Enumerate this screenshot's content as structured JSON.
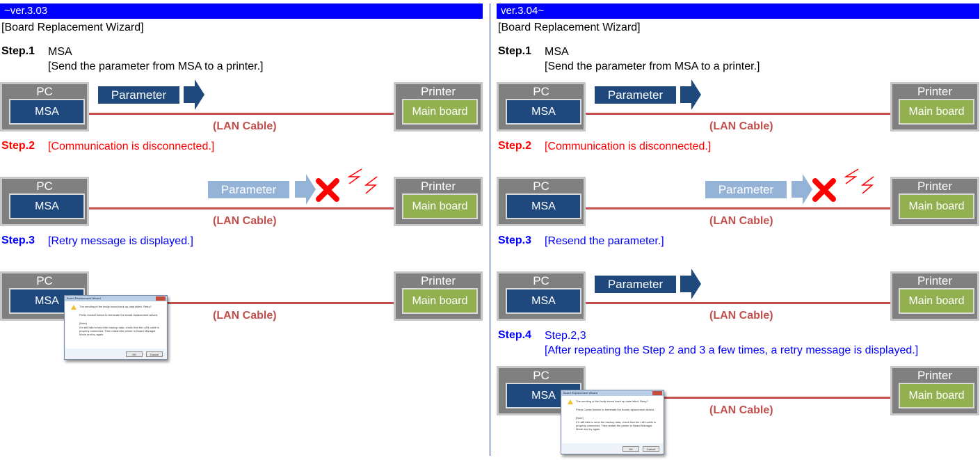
{
  "divider_color": "#0000ff",
  "left": {
    "version": "~ver.3.03",
    "wizard": "[Board Replacement Wizard]",
    "steps": [
      {
        "label": "Step.1",
        "line1": "MSA",
        "line2": "[Send the parameter from MSA to a printer.]",
        "color": "black"
      },
      {
        "label": "Step.2",
        "line1": "[Communication is disconnected.]",
        "color": "red"
      },
      {
        "label": "Step.3",
        "line1": "[Retry message is displayed.]",
        "color": "blue"
      }
    ]
  },
  "right": {
    "version": "ver.3.04~",
    "wizard": "[Board Replacement Wizard]",
    "steps": [
      {
        "label": "Step.1",
        "line1": "MSA",
        "line2": "[Send the parameter from MSA to a printer.]",
        "color": "black"
      },
      {
        "label": "Step.2",
        "line1": "[Communication is disconnected.]",
        "color": "red"
      },
      {
        "label": "Step.3",
        "line1": "[Resend the parameter.]",
        "color": "blue"
      },
      {
        "label": "Step.4",
        "line1": "Step.2,3",
        "line2": "[After repeating the Step 2 and 3 a few times, a retry message is displayed.]",
        "color": "blue"
      }
    ]
  },
  "diagram": {
    "pc_label": "PC",
    "msa_label": "MSA",
    "printer_label": "Printer",
    "mainboard_label": "Main board",
    "cable_label": "(LAN Cable)",
    "parameter_label": "Parameter"
  },
  "dialog": {
    "title": "Board Replacement Wizard",
    "message": "The sending of the faulty board back up data failed. Retry?",
    "hint": "Press Cancel button to terminate the board replacement wizard.",
    "note_title": "[Note]",
    "note": "If it still fails to send the backup data, check that the LAN cable is properly connected. Then restart the printer in Board Manager Mode and try again.",
    "ok": "OK",
    "cancel": "Cancel"
  },
  "colors": {
    "version_bar": "#0000ff",
    "pc_box": "#1f497d",
    "main_board": "#92b050",
    "device": "#808080",
    "cable": "#c0504d",
    "param_dark": "#1f497d",
    "param_light": "#95b3d7",
    "arrow_dark": "#1f497d",
    "arrow_light": "#95b3d7",
    "cross": "#ff0000"
  }
}
